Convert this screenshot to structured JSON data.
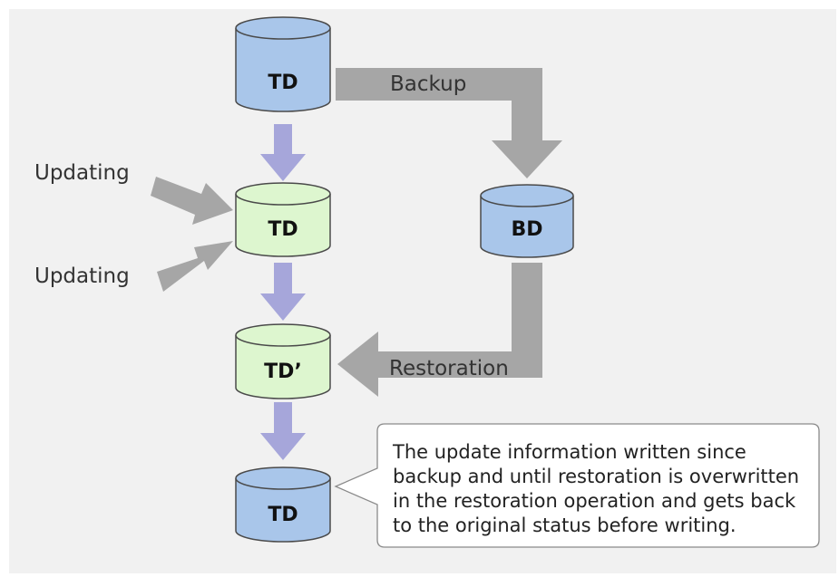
{
  "colors": {
    "panel_bg": "#f1f1f1",
    "gray_arrow": "#a6a6a6",
    "purple_arrow": "#a6a6da",
    "blue_volume": "#a9c6ea",
    "green_volume": "#ddf6cf",
    "outline": "#4a4a4a"
  },
  "volumes": {
    "td_top": "TD",
    "td_middle": "TD",
    "td_prime": "TD’",
    "td_bottom": "TD",
    "bd": "BD"
  },
  "labels": {
    "backup": "Backup",
    "restoration": "Restoration",
    "updating_1": "Updating",
    "updating_2": "Updating"
  },
  "callout": {
    "lines": [
      "The update information written since",
      "backup and until restoration is overwritten",
      "in the restoration operation and gets back",
      "to the original status before writing."
    ]
  }
}
